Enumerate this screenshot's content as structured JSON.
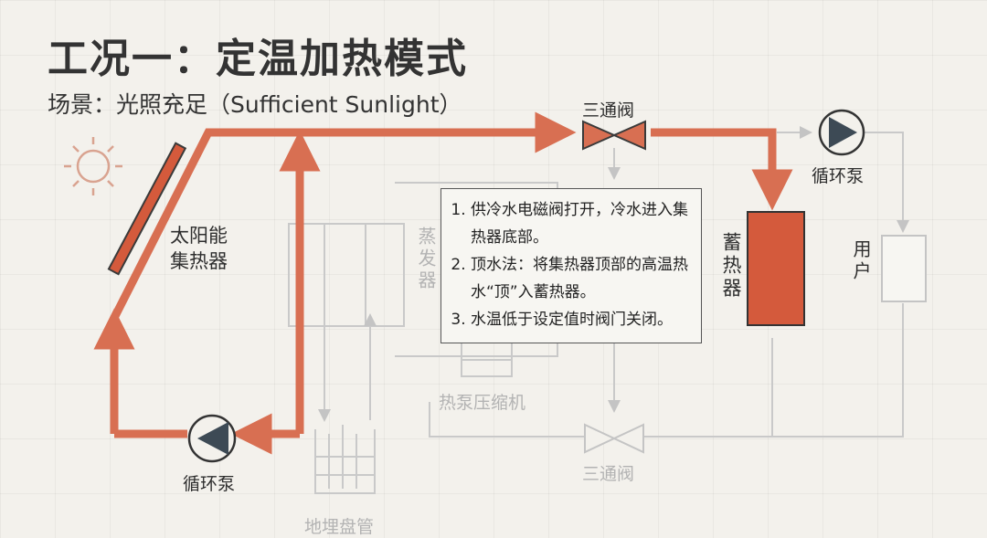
{
  "title": "工况一：定温加热模式",
  "scene": "场景：光照充足（Sufficient Sunlight）",
  "components": {
    "solar_collector": "太阳能\n集热器",
    "three_way_valve_top": "三通阀",
    "pump_top": "循环泵",
    "storage_tank": "蓄热器",
    "user": "用户",
    "evaporator": "蒸发器",
    "heat_pump_compressor": "热泵压缩机",
    "three_way_valve_bottom": "三通阀",
    "pump_bottom": "循环泵",
    "ground_coil": "地埋盘管"
  },
  "notes": [
    "供冷水电磁阀打开，冷水进入集热器底部。",
    "顶水法：将集热器顶部的高温热水“顶”入蓄热器。",
    "水温低于设定值时阀门关闭。"
  ],
  "colors": {
    "active_pipe": "#d86f52",
    "storage_fill": "#d45a3c",
    "inactive": "#c9c9c9",
    "pump": "#3d4a55"
  }
}
